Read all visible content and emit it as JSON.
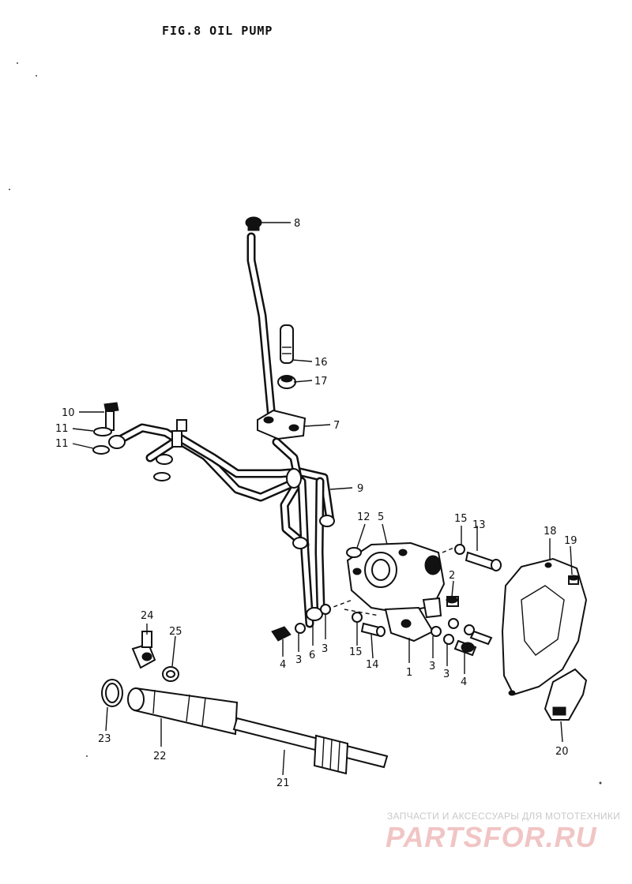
{
  "figure": {
    "title": "FIG.8  OIL PUMP"
  },
  "callouts": [
    {
      "id": "c1",
      "text": "1"
    },
    {
      "id": "c2",
      "text": "2"
    },
    {
      "id": "c3a",
      "text": "3"
    },
    {
      "id": "c3b",
      "text": "3"
    },
    {
      "id": "c3c",
      "text": "3"
    },
    {
      "id": "c3d",
      "text": "3"
    },
    {
      "id": "c4a",
      "text": "4"
    },
    {
      "id": "c4b",
      "text": "4"
    },
    {
      "id": "c5",
      "text": "5"
    },
    {
      "id": "c6",
      "text": "6"
    },
    {
      "id": "c7",
      "text": "7"
    },
    {
      "id": "c8",
      "text": "8"
    },
    {
      "id": "c9",
      "text": "9"
    },
    {
      "id": "c10",
      "text": "10"
    },
    {
      "id": "c11a",
      "text": "11"
    },
    {
      "id": "c11b",
      "text": "11"
    },
    {
      "id": "c12",
      "text": "12"
    },
    {
      "id": "c13",
      "text": "13"
    },
    {
      "id": "c14",
      "text": "14"
    },
    {
      "id": "c15a",
      "text": "15"
    },
    {
      "id": "c15b",
      "text": "15"
    },
    {
      "id": "c16",
      "text": "16"
    },
    {
      "id": "c17",
      "text": "17"
    },
    {
      "id": "c18",
      "text": "18"
    },
    {
      "id": "c19",
      "text": "19"
    },
    {
      "id": "c20",
      "text": "20"
    },
    {
      "id": "c21",
      "text": "21"
    },
    {
      "id": "c22",
      "text": "22"
    },
    {
      "id": "c23",
      "text": "23"
    },
    {
      "id": "c24",
      "text": "24"
    },
    {
      "id": "c25",
      "text": "25"
    }
  ],
  "watermark": {
    "tagline": "ЗАПЧАСТИ И АКСЕССУАРЫ ДЛЯ МОТОТЕХНИКИ",
    "logo": "PARTSFOR.RU"
  }
}
